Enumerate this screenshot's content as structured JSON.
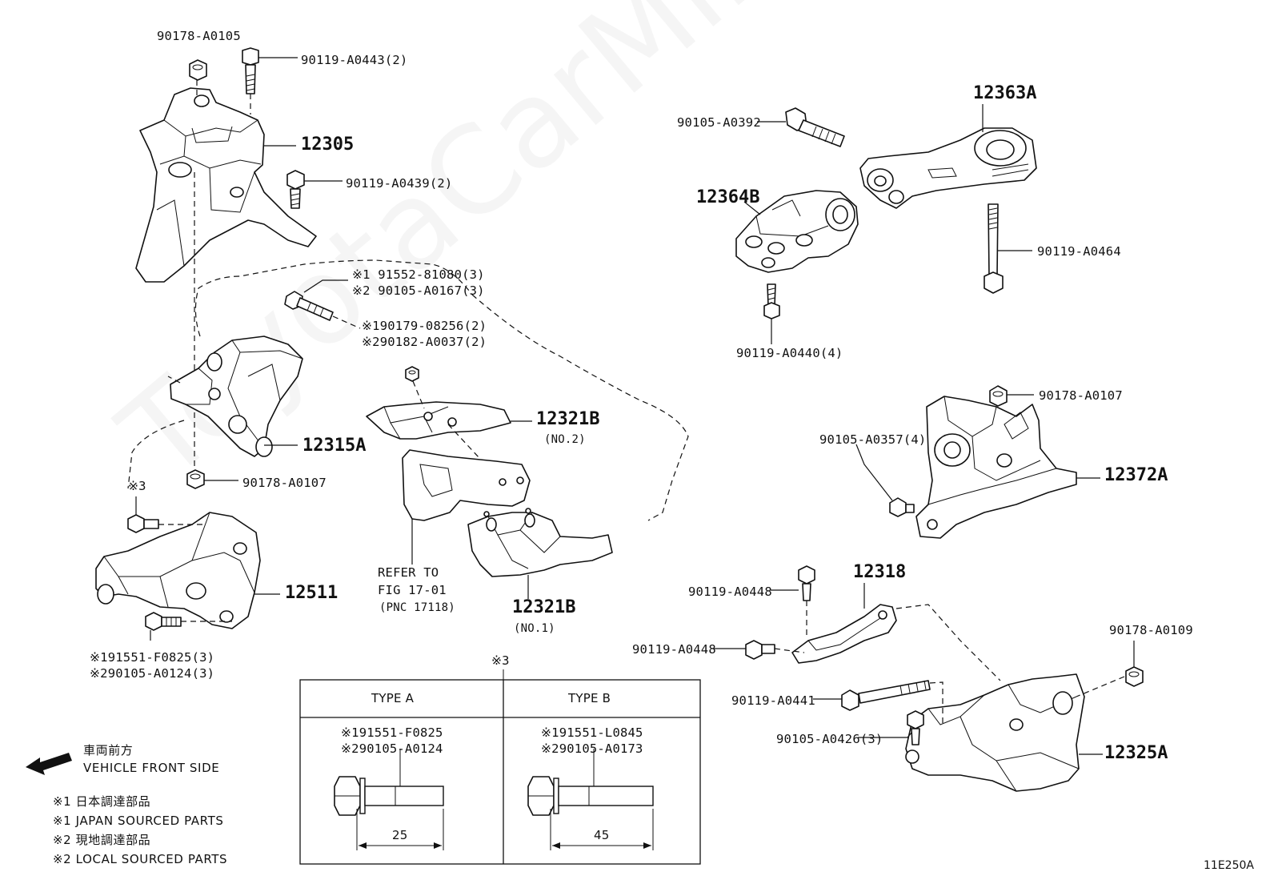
{
  "watermark": "ToyotaCarMine.ru",
  "figure_id": "11E250A",
  "parts": {
    "p12305": "12305",
    "p12315A": "12315A",
    "p12511": "12511",
    "p12321B_no2": "12321B",
    "p12321B_no2_sub": "(NO.2)",
    "p12321B_no1": "12321B",
    "p12321B_no1_sub": "(NO.1)",
    "p12363A": "12363A",
    "p12364B": "12364B",
    "p12372A": "12372A",
    "p12318": "12318",
    "p12325A": "12325A"
  },
  "fasteners": {
    "f90178_A0105": "90178-A0105",
    "f90119_A0443": "90119-A0443(2)",
    "f90119_A0439": "90119-A0439(2)",
    "f_s1_91552": "※1 91552-81080(3)",
    "f_s2_90105_A0167": "※2 90105-A0167(3)",
    "f_s1_90179": "※190179-08256(2)",
    "f_s2_90182": "※290182-A0037(2)",
    "f90178_A0107_left": "90178-A0107",
    "f_s3": "※3",
    "f_s1_91551_F0825": "※191551-F0825(3)",
    "f_s2_90105_A0124": "※290105-A0124(3)",
    "f90105_A0392": "90105-A0392",
    "f90119_A0464": "90119-A0464",
    "f90119_A0440": "90119-A0440(4)",
    "f90178_A0107_right": "90178-A0107",
    "f90105_A0357": "90105-A0357(4)",
    "f90119_A0448_top": "90119-A0448",
    "f90119_A0448_mid": "90119-A0448",
    "f90178_A0109": "90178-A0109",
    "f90119_A0441": "90119-A0441",
    "f90105_A0426": "90105-A0426(3)"
  },
  "refer": {
    "line1": "REFER TO",
    "line2": "FIG 17-01",
    "line3": "(PNC 17118)"
  },
  "table": {
    "marker": "※3",
    "type_a": {
      "header": "TYPE A",
      "part1": "※191551-F0825",
      "part2": "※290105-A0124",
      "length": "25"
    },
    "type_b": {
      "header": "TYPE B",
      "part1": "※191551-L0845",
      "part2": "※290105-A0173",
      "length": "45"
    }
  },
  "legend": {
    "front_jp": "車両前方",
    "front_en": "VEHICLE FRONT SIDE",
    "n1_jp": "※1 日本調達部品",
    "n1_en": "※1 JAPAN SOURCED PARTS",
    "n2_jp": "※2 現地調達部品",
    "n2_en": "※2 LOCAL SOURCED PARTS"
  }
}
